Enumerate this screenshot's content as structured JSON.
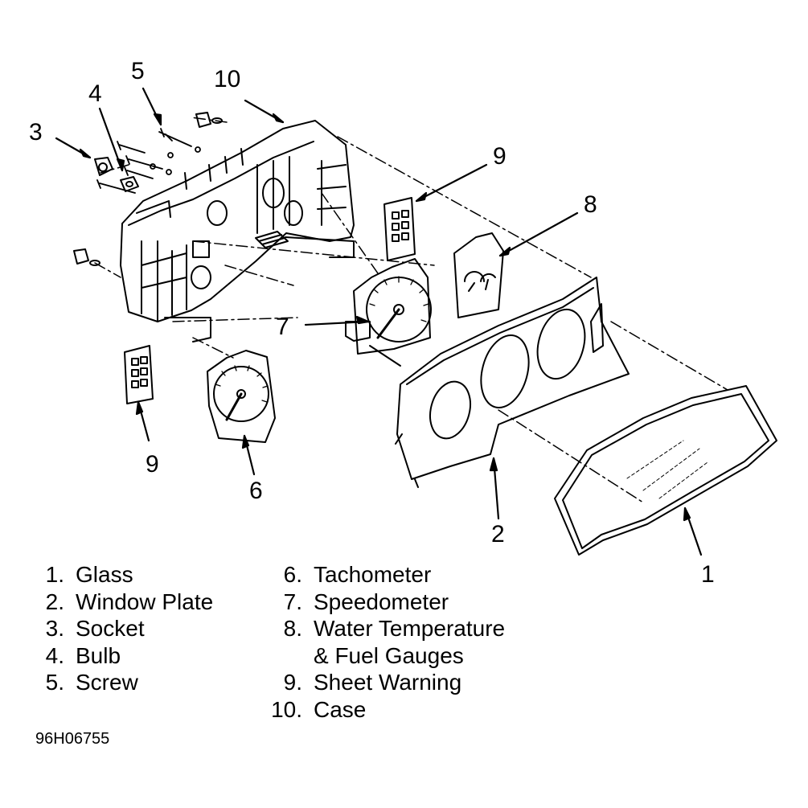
{
  "callouts": {
    "c1": "1",
    "c2": "2",
    "c3": "3",
    "c4": "4",
    "c5": "5",
    "c6": "6",
    "c7": "7",
    "c8": "8",
    "c9_top": "9",
    "c9_bottom": "9",
    "c10": "10"
  },
  "legend_left": [
    {
      "num": "1.",
      "label": "Glass"
    },
    {
      "num": "2.",
      "label": "Window Plate"
    },
    {
      "num": "3.",
      "label": "Socket"
    },
    {
      "num": "4.",
      "label": "Bulb"
    },
    {
      "num": "5.",
      "label": "Screw"
    }
  ],
  "legend_right": [
    {
      "num": "6.",
      "label": "Tachometer"
    },
    {
      "num": "7.",
      "label": "Speedometer"
    },
    {
      "num": "8.",
      "label": "Water Temperature"
    },
    {
      "label_cont": "& Fuel Gauges"
    },
    {
      "num": "9.",
      "label": "Sheet Warning"
    },
    {
      "num": "10.",
      "label": "Case"
    }
  ],
  "figure_code": "96H06755"
}
